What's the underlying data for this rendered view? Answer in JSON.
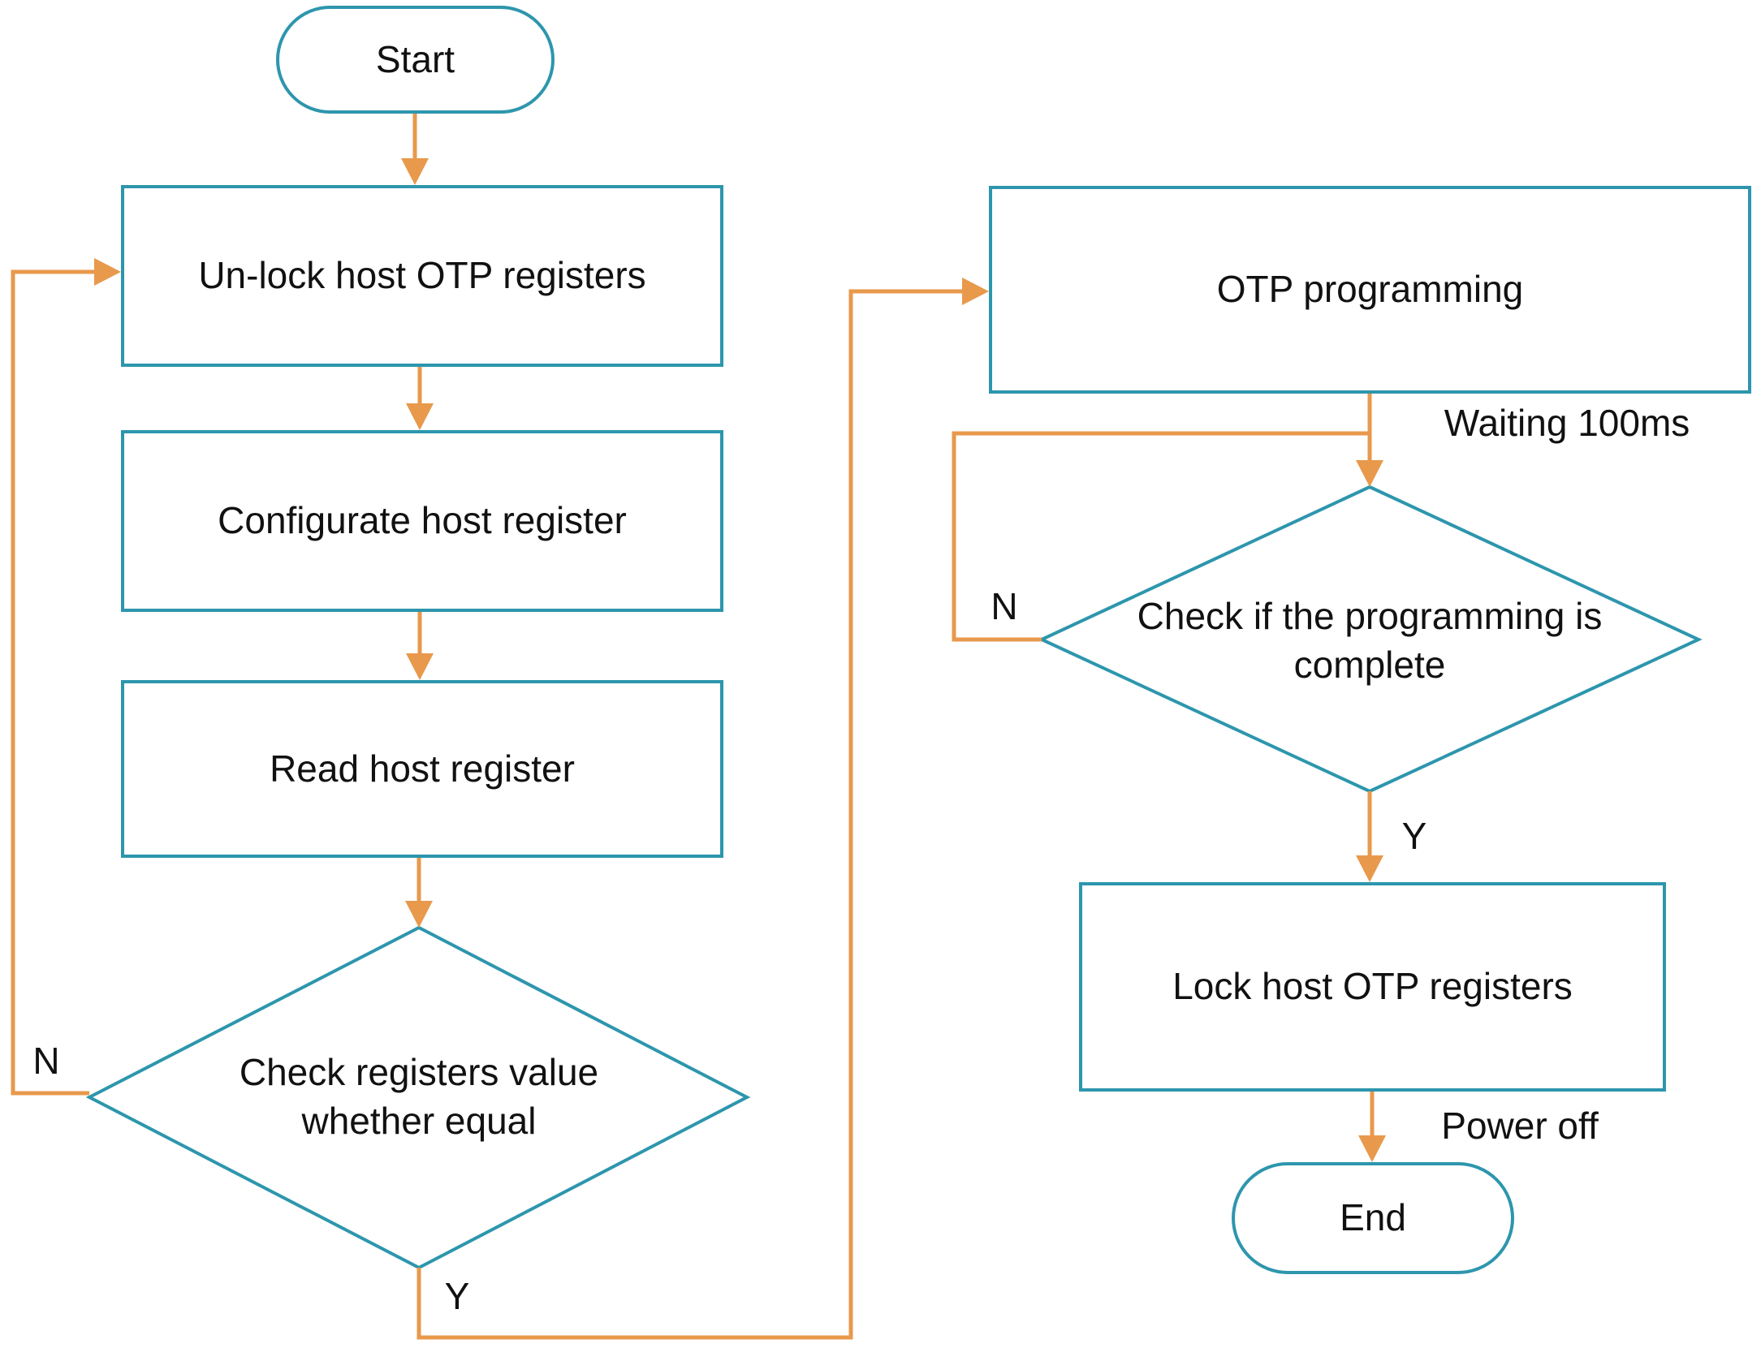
{
  "colors": {
    "shape_border": "#2d96ad",
    "arrow": "#e8994c",
    "label": "#111111",
    "fill": "#ffffff"
  },
  "nodes": {
    "start": {
      "label": "Start"
    },
    "unlock": {
      "label": "Un-lock host OTP registers"
    },
    "configurate": {
      "label": "Configurate host register"
    },
    "read": {
      "label": "Read host register"
    },
    "check_registers": {
      "line1": "Check registers value",
      "line2": "whether equal"
    },
    "otp_programming": {
      "label": "OTP programming"
    },
    "check_complete": {
      "line1": "Check if the programming is",
      "line2": "complete"
    },
    "lock": {
      "label": "Lock host OTP registers"
    },
    "end": {
      "label": "End"
    }
  },
  "edge_labels": {
    "check_registers_no": "N",
    "check_registers_yes": "Y",
    "check_complete_no": "N",
    "check_complete_yes": "Y",
    "waiting": "Waiting 100ms",
    "power_off": "Power off"
  }
}
